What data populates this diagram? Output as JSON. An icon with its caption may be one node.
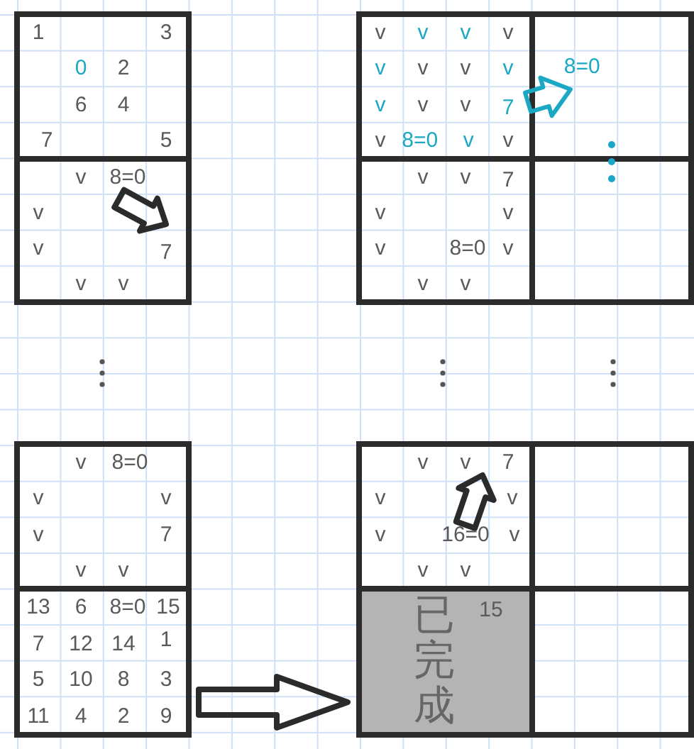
{
  "diagram": {
    "nodes": [
      {
        "text": [
          "1",
          "3",
          "0",
          "2",
          "6",
          "4",
          "7",
          "5"
        ]
      },
      {
        "text": [
          "v",
          "v",
          "v",
          "v",
          "v",
          "v",
          "v",
          "v",
          "v",
          "v",
          "v",
          "7",
          "v",
          "8=0",
          "v",
          "v"
        ]
      },
      {
        "text": [
          "8=0"
        ]
      },
      {
        "text": [
          "v",
          "8=0",
          "v",
          "v",
          "7",
          "v",
          "v"
        ]
      },
      {
        "text": [
          "v",
          "v",
          "7",
          "v",
          "v",
          "v",
          "8=0",
          "v",
          "v",
          "v"
        ]
      },
      {
        "text": [],
        "shape": "box"
      },
      {
        "text": [
          "v",
          "8=0",
          "v",
          "v",
          "v",
          "7",
          "v",
          "v"
        ]
      },
      {
        "text": [
          "v",
          "v",
          "7",
          "v",
          "v",
          "v",
          "16=0",
          "v",
          "v",
          "v"
        ]
      },
      {
        "text": [],
        "shape": "box"
      },
      {
        "text": [
          "13",
          "6",
          "8=0",
          "15",
          "7",
          "12",
          "14",
          "1",
          "5",
          "10",
          "8",
          "3",
          "11",
          "4",
          "2",
          "9"
        ]
      },
      {
        "text": [
          "已完成",
          "15"
        ]
      },
      {
        "text": [],
        "shape": "box"
      }
    ],
    "edges": [
      {
        "from": 1,
        "to": 2,
        "arrow": "to",
        "color": "#1aa8c4"
      },
      {
        "from": 9,
        "to": 10,
        "arrow": "to"
      }
    ]
  }
}
